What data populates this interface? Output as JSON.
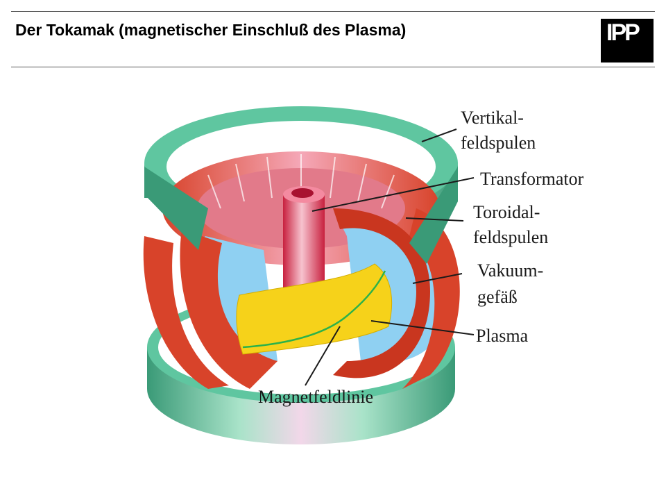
{
  "header": {
    "title": "Der Tokamak (magnetischer Einschluß des Plasma)",
    "logo_text": "IPP"
  },
  "diagram": {
    "labels": {
      "vertikal_1": "Vertikal-",
      "vertikal_2": "feldspulen",
      "transformator": "Transformator",
      "toroidal_1": "Toroidal-",
      "toroidal_2": "feldspulen",
      "vakuum_1": "Vakuum-",
      "vakuum_2": "gefäß",
      "plasma": "Plasma",
      "magnetfeldlinie": "Magnetfeldlinie"
    },
    "colors": {
      "vertical_coils": "#5fc6a0",
      "vertical_coils_dark": "#3a9a77",
      "toroidal_coils": "#d8432a",
      "toroidal_coils_dark": "#b02a18",
      "transformer": "#e8506a",
      "vacuum_vessel": "#8fd0f2",
      "plasma": "#f6d21a",
      "field_line": "#2bb24a"
    }
  }
}
